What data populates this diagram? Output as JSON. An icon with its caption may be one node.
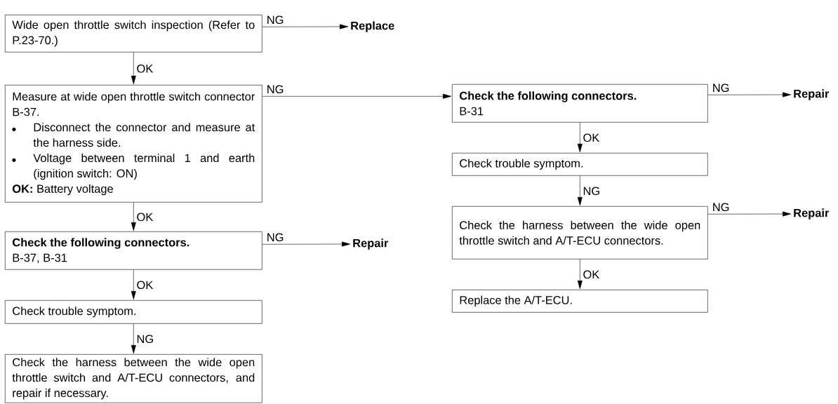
{
  "diagram": {
    "nodes": [
      {
        "text": [
          "Wide open throttle switch inspection (Refer to P.23-70.)"
        ]
      },
      {
        "text": [
          "Replace"
        ]
      },
      {
        "text": [
          "Measure at wide open throttle switch connector B-37.",
          "Disconnect the connector and measure at the harness side.",
          "Voltage between terminal 1 and earth (ignition switch: ON)",
          "**OK:** Battery voltage"
        ]
      },
      {
        "text": [
          "Check the following connectors.",
          "B-37, B-31"
        ]
      },
      {
        "text": [
          "Repair"
        ]
      },
      {
        "text": [
          "Check trouble symptom."
        ]
      },
      {
        "text": [
          "Check the harness between the wide open throttle switch and A/T-ECU connectors, and repair if necessary."
        ]
      },
      {
        "text": [
          "Check the following connectors.",
          "B-31"
        ]
      },
      {
        "text": [
          "Repair"
        ]
      },
      {
        "text": [
          "Check trouble symptom."
        ]
      },
      {
        "text": [
          "Check the harness between the wide open throttle switch and A/T-ECU connectors."
        ]
      },
      {
        "text": [
          "Repair"
        ]
      },
      {
        "text": [
          "Replace the A/T-ECU."
        ]
      }
    ],
    "edges": [
      {
        "from": 0,
        "to": 1,
        "arrow": "to",
        "label": "NG"
      },
      {
        "from": 0,
        "to": 2,
        "arrow": "to",
        "label": "OK"
      },
      {
        "from": 2,
        "to": 7,
        "arrow": "to",
        "label": "NG"
      },
      {
        "from": 2,
        "to": 3,
        "arrow": "to",
        "label": "OK"
      },
      {
        "from": 3,
        "to": 4,
        "arrow": "to",
        "label": "NG"
      },
      {
        "from": 3,
        "to": 5,
        "arrow": "to",
        "label": "OK"
      },
      {
        "from": 5,
        "to": 6,
        "arrow": "to",
        "label": "NG"
      },
      {
        "from": 7,
        "to": 8,
        "arrow": "to",
        "label": "NG"
      },
      {
        "from": 7,
        "to": 9,
        "arrow": "to",
        "label": "OK"
      },
      {
        "from": 9,
        "to": 10,
        "arrow": "to",
        "label": "NG"
      },
      {
        "from": 10,
        "to": 11,
        "arrow": "to",
        "label": "NG"
      },
      {
        "from": 10,
        "to": 12,
        "arrow": "to",
        "label": "OK"
      }
    ]
  }
}
